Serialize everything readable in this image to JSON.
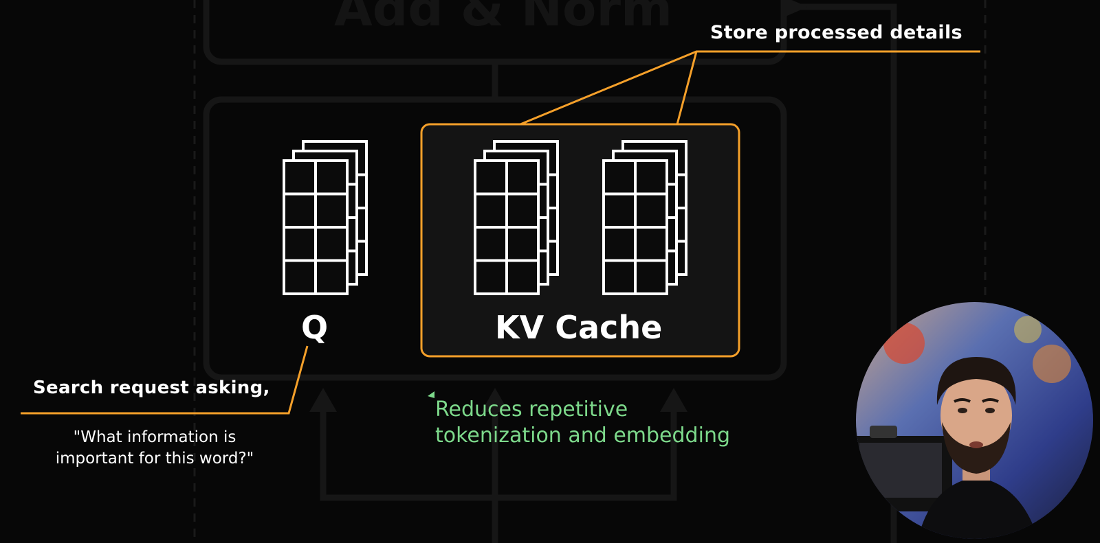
{
  "background_heading": "Add & Norm",
  "annotations": {
    "store": "Store processed details",
    "search_request": "Search request asking,",
    "question_line1": "\"What information is",
    "question_line2": "important for this word?\"",
    "reduces_line1": "Reduces repetitive",
    "reduces_line2": "tokenization and embedding"
  },
  "labels": {
    "q": "Q",
    "kv_cache": "KV Cache"
  },
  "colors": {
    "background": "#070707",
    "accent_orange": "#f5a02a",
    "green_text": "#7dd98b",
    "matrix_stroke": "#ffffff",
    "cache_box_fill": "#141414"
  },
  "icons": [
    "q-matrix-stack-icon",
    "k-matrix-stack-icon",
    "v-matrix-stack-icon"
  ],
  "presenter_webcam": "presenter-webcam"
}
